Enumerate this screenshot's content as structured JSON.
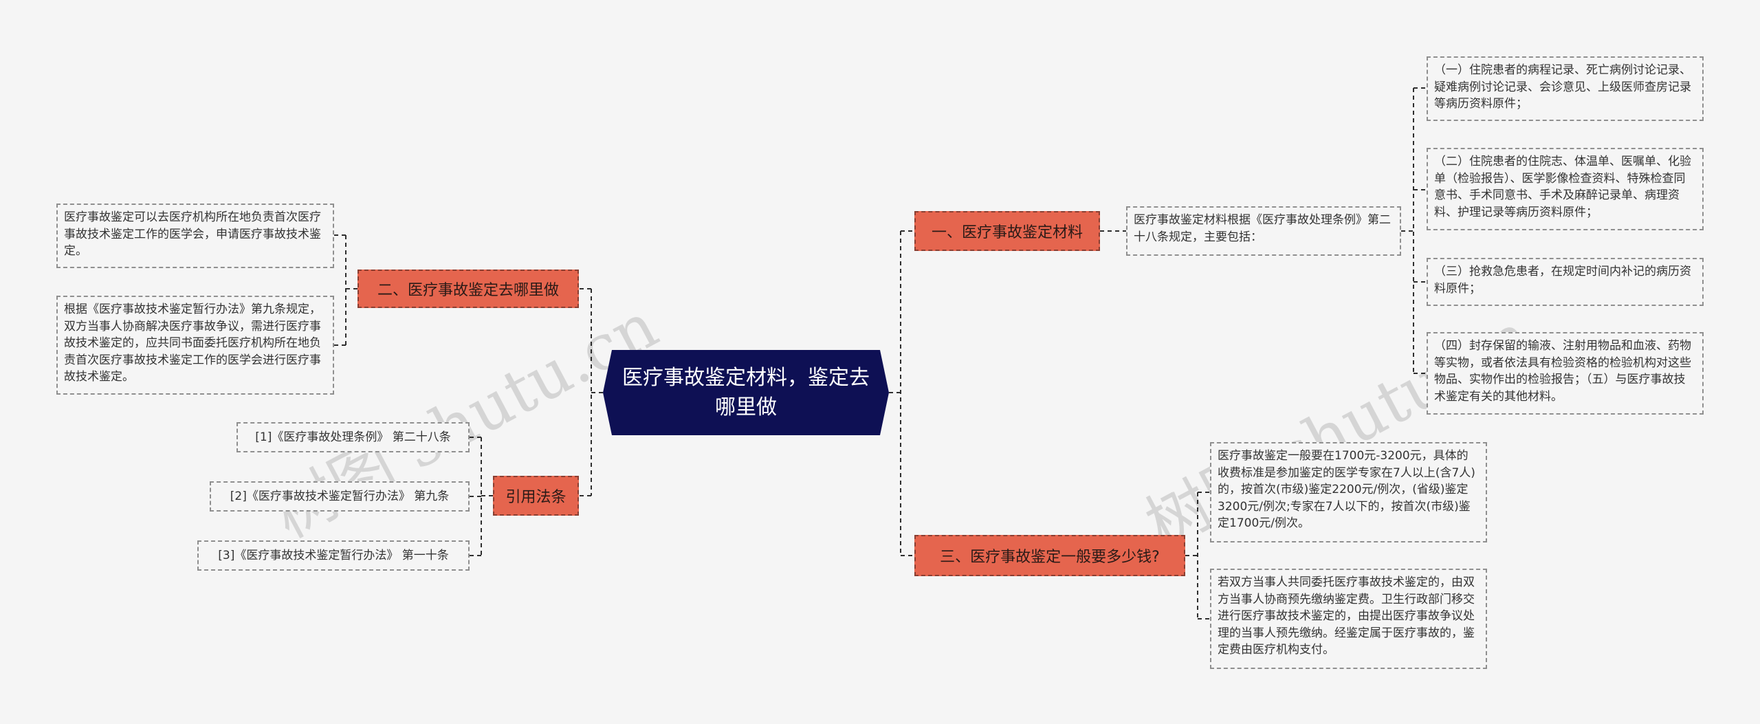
{
  "root": {
    "title": "医疗事故鉴定材料，鉴定去哪里做"
  },
  "branches": {
    "b1": {
      "label": "一、医疗事故鉴定材料",
      "intro": "医疗事故鉴定材料根据《医疗事故处理条例》第二十八条规定，主要包括：",
      "items": [
        "（一）住院患者的病程记录、死亡病例讨论记录、疑难病例讨论记录、会诊意见、上级医师查房记录等病历资料原件；",
        "（二）住院患者的住院志、体温单、医嘱单、化验单（检验报告）、医学影像检查资料、特殊检查同意书、手术同意书、手术及麻醉记录单、病理资料、护理记录等病历资料原件；",
        "（三）抢救急危患者，在规定时间内补记的病历资料原件；",
        "（四）封存保留的输液、注射用物品和血液、药物等实物，或者依法具有检验资格的检验机构对这些物品、实物作出的检验报告；（五）与医疗事故技术鉴定有关的其他材料。"
      ]
    },
    "b2": {
      "label": "二、医疗事故鉴定去哪里做",
      "items": [
        "医疗事故鉴定可以去医疗机构所在地负责首次医疗事故技术鉴定工作的医学会，申请医疗事故技术鉴定。",
        "根据《医疗事故技术鉴定暂行办法》第九条规定，双方当事人协商解决医疗事故争议，需进行医疗事故技术鉴定的，应共同书面委托医疗机构所在地负责首次医疗事故技术鉴定工作的医学会进行医疗事故技术鉴定。"
      ]
    },
    "b3": {
      "label": "三、医疗事故鉴定一般要多少钱?",
      "items": [
        "医疗事故鉴定一般要在1700元-3200元，具体的收费标准是参加鉴定的医学专家在7人以上(含7人)的，按首次(市级)鉴定2200元/例次，(省级)鉴定3200元/例次;专家在7人以下的，按首次(市级)鉴定1700元/例次。",
        "若双方当事人共同委托医疗事故技术鉴定的，由双方当事人协商预先缴纳鉴定费。卫生行政部门移交进行医疗事故技术鉴定的，由提出医疗事故争议处理的当事人预先缴纳。经鉴定属于医疗事故的，鉴定费由医疗机构支付。"
      ]
    },
    "b4": {
      "label": "引用法条",
      "items": [
        "[1]《医疗事故处理条例》 第二十八条",
        "[2]《医疗事故技术鉴定暂行办法》 第九条",
        "[3]《医疗事故技术鉴定暂行办法》 第一十条"
      ]
    }
  },
  "watermark": [
    "树图 shutu.cn",
    "树图 shutu.cn"
  ],
  "colors": {
    "root_bg": "#0e1054",
    "branch_bg": "#e5654e",
    "background": "#f5f5f5",
    "line": "#2e2e2e"
  }
}
